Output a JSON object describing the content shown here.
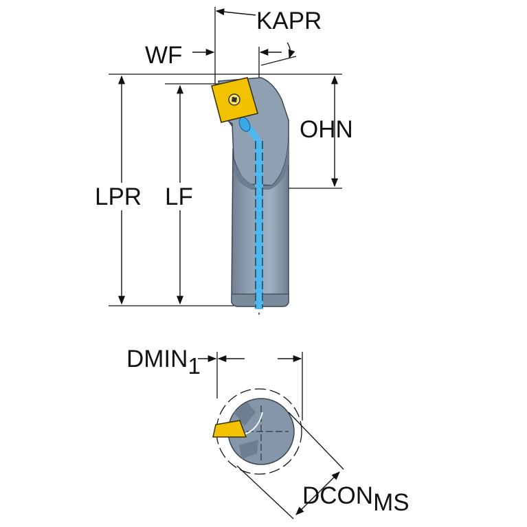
{
  "labels": {
    "kapr": "KAPR",
    "wf": "WF",
    "ohn": "OHN",
    "lpr": "LPR",
    "lf": "LF",
    "dmin": "DMIN",
    "dmin_sub": "1",
    "dcon": "DCON",
    "dcon_sub": "MS"
  },
  "colors": {
    "shank": "#8496a8",
    "shank_light": "#a9b7c5",
    "shank_dark": "#5f6f80",
    "insert": "#f2c200",
    "coolant": "#4db8f0",
    "dim_line": "#111111"
  }
}
